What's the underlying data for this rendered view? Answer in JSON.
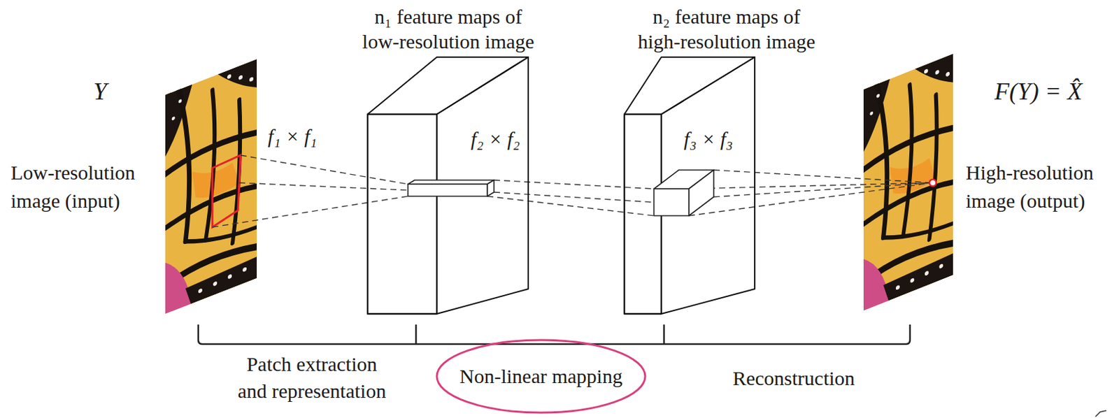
{
  "diagram": {
    "nodes": [
      {
        "text": [
          "n₁ feature maps of low-resolution image",
          "f₂ × f₂"
        ]
      },
      {
        "text": [
          "n₂ feature maps of high-resolution image",
          "f₃ × f₃"
        ]
      },
      {
        "text": [
          "Non-linear mapping"
        ]
      }
    ],
    "labels": [
      "Y",
      "F(Y) = X̂",
      "f₁ × f₁",
      "Low-resolution image (input)",
      "High-resolution image (output)",
      "Patch extraction and representation",
      "Reconstruction"
    ]
  }
}
